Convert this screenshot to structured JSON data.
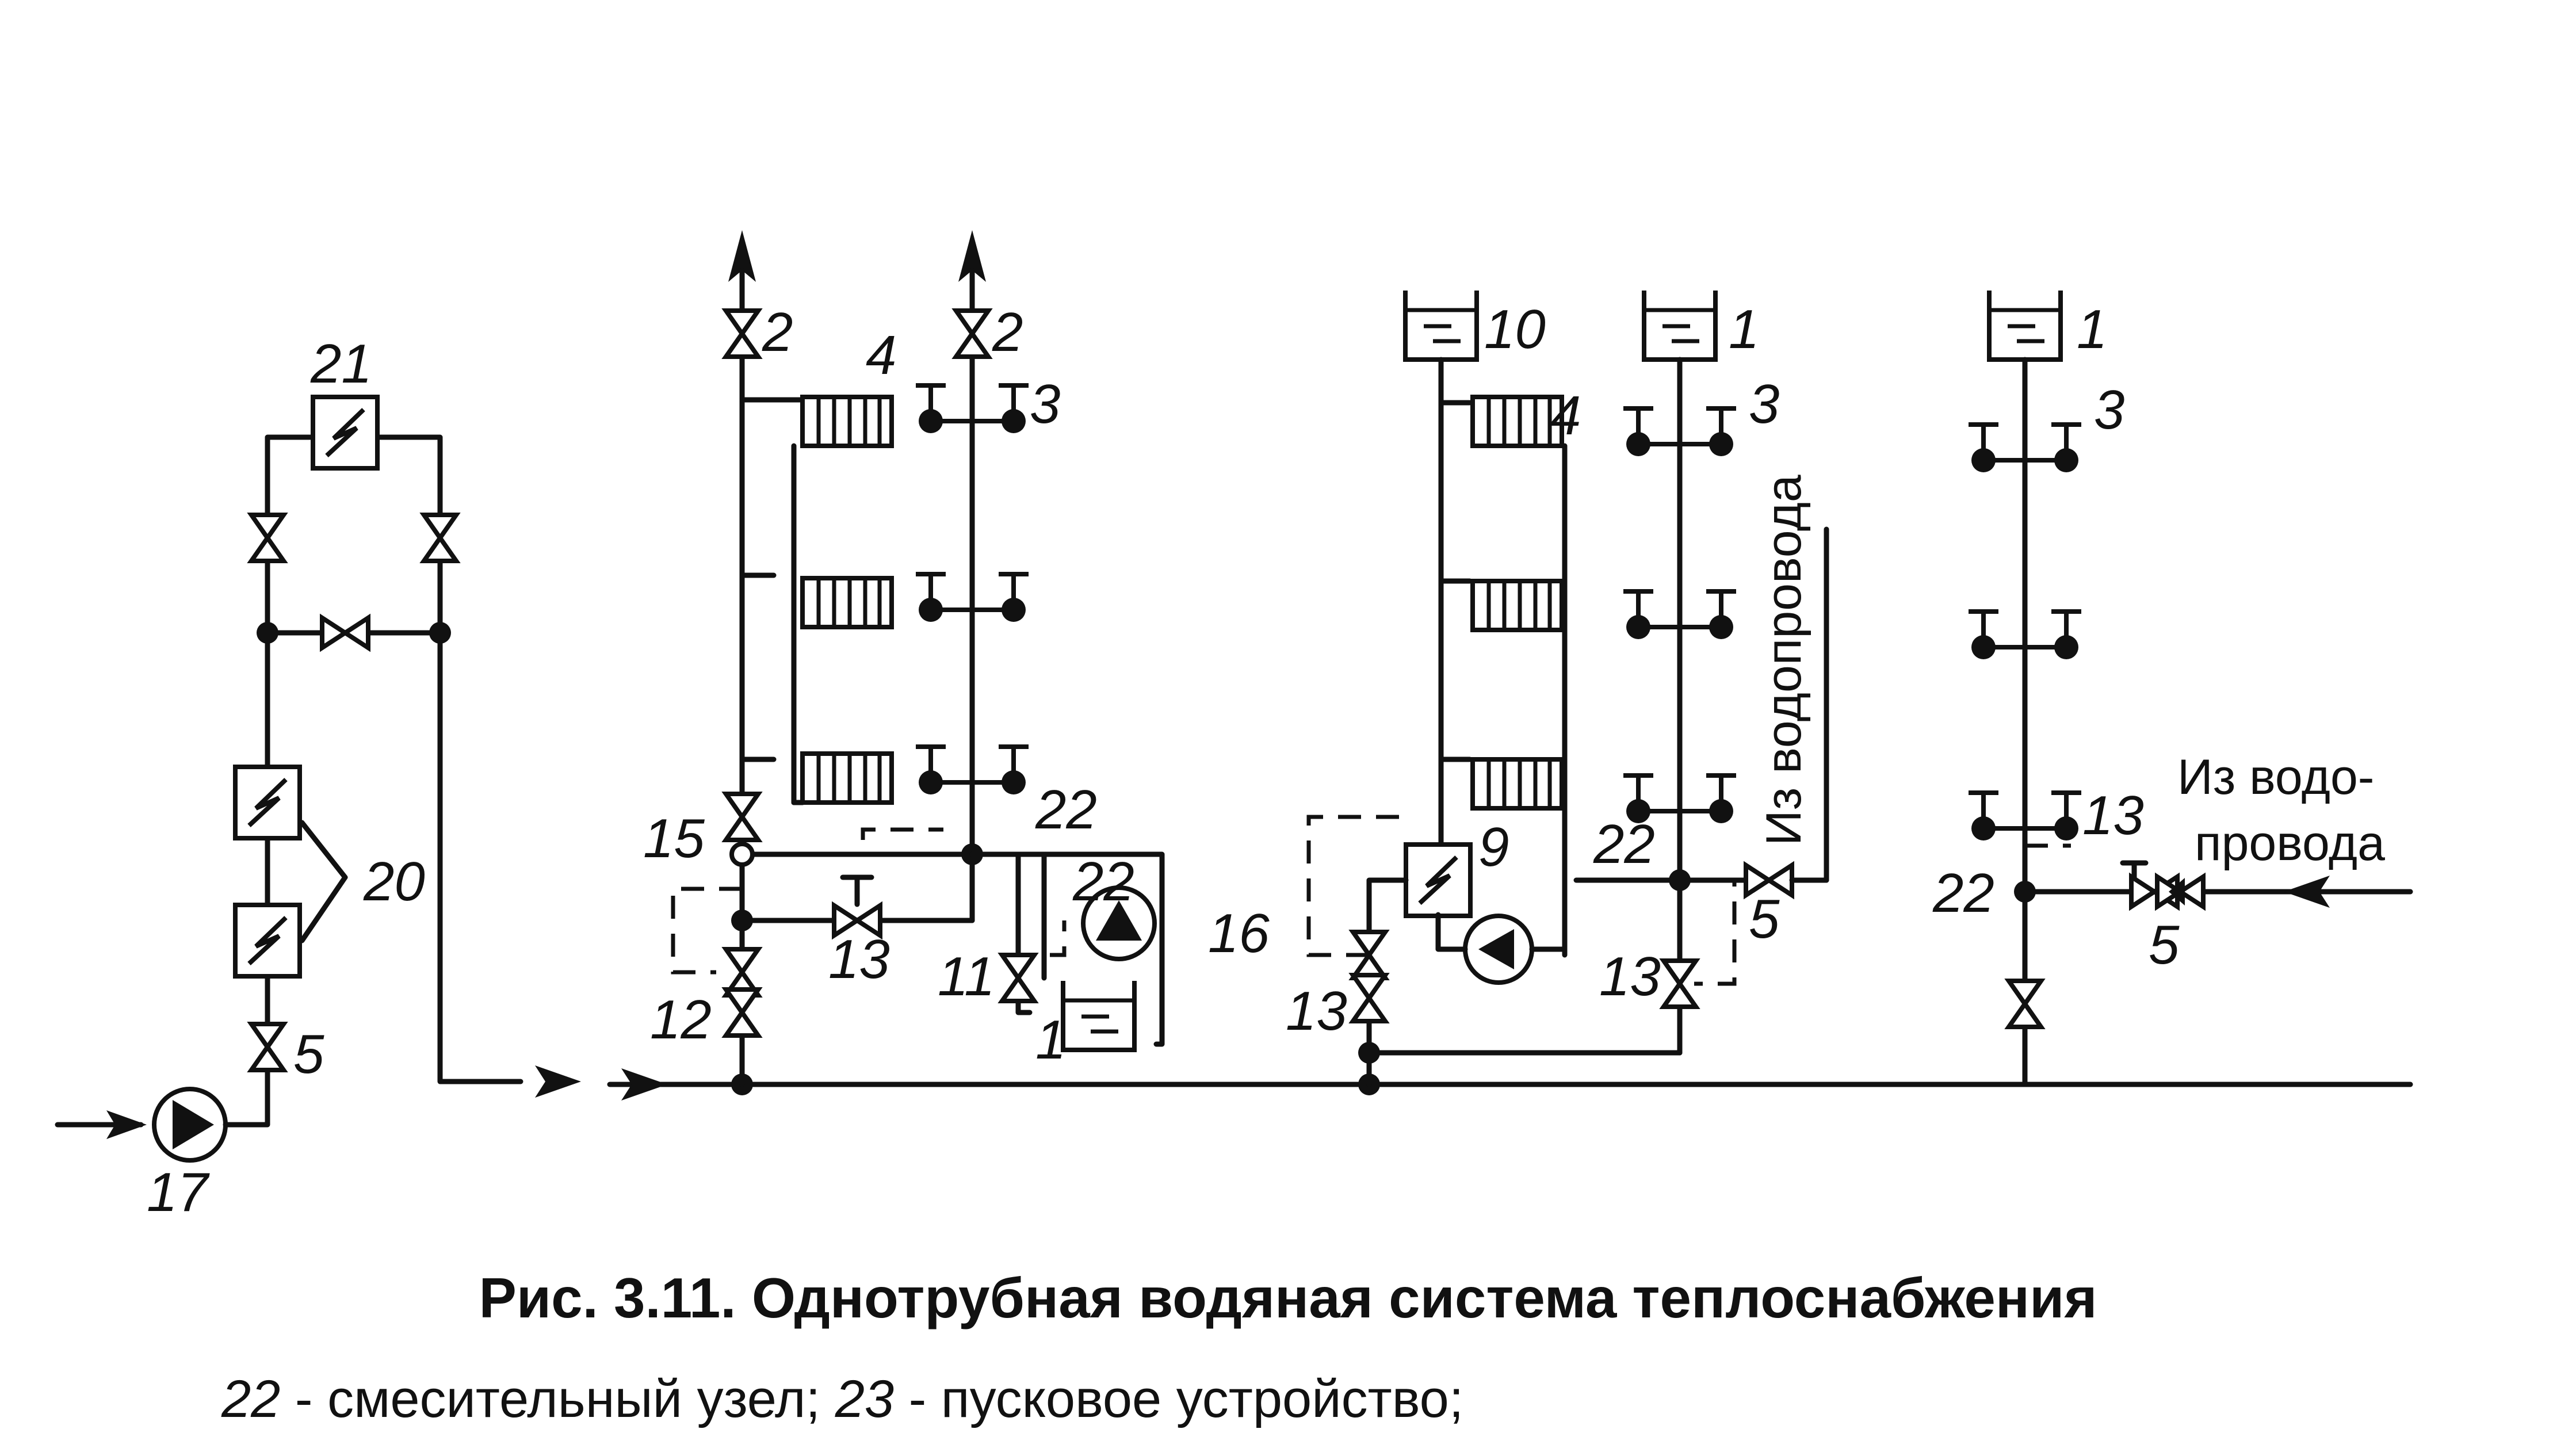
{
  "figure": {
    "caption": "Рис. 3.11. Однотрубная водяная система теплоснабжения",
    "legend": [
      {
        "num": "22",
        "text": " - смесительный узел; "
      },
      {
        "num": "23",
        "text": " - пусковое устройство;"
      }
    ]
  },
  "labels": {
    "l1a": "1",
    "l1b": "1",
    "l1c": "1",
    "l2a": "2",
    "l2b": "2",
    "l3a": "3",
    "l3b": "3",
    "l3c": "3",
    "l4a": "4",
    "l4b": "4",
    "l5a": "5",
    "l5b": "5",
    "l5c": "5",
    "l9": "9",
    "l10": "10",
    "l11": "11",
    "l12": "12",
    "l13a": "13",
    "l13b": "13",
    "l13c": "13",
    "l13d": "13",
    "l15": "15",
    "l16": "16",
    "l17": "17",
    "l20": "20",
    "l21": "21",
    "l22a": "22",
    "l22b": "22",
    "l22c": "22",
    "l22d": "22"
  },
  "notes": {
    "water_supply_vertical": "Из водопровода",
    "water_supply_line1": "Из водо-",
    "water_supply_line2": "провода"
  }
}
